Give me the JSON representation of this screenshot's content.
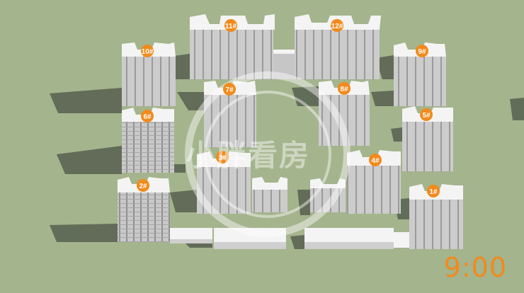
{
  "map": {
    "watermark_text": "小胖看房",
    "time_label": "9:00",
    "colors": {
      "ground": "#a4b48d",
      "shadow": "#5a6454",
      "building_front": "#cfcfcf",
      "building_roof": "#f4f4f4",
      "marker": "#f28a1c"
    },
    "buildings": [
      {
        "id": "b1",
        "label": "1#"
      },
      {
        "id": "b2",
        "label": "2#"
      },
      {
        "id": "b4",
        "label": "4#"
      },
      {
        "id": "b5",
        "label": "5#"
      },
      {
        "id": "b6",
        "label": "6#"
      },
      {
        "id": "b7",
        "label": "7#"
      },
      {
        "id": "b8",
        "label": "8#"
      },
      {
        "id": "b9",
        "label": "9#"
      },
      {
        "id": "b10",
        "label": "10#"
      },
      {
        "id": "b11",
        "label": "11#"
      },
      {
        "id": "b12",
        "label": "12#"
      },
      {
        "id": "b3",
        "label": "3#"
      }
    ]
  }
}
